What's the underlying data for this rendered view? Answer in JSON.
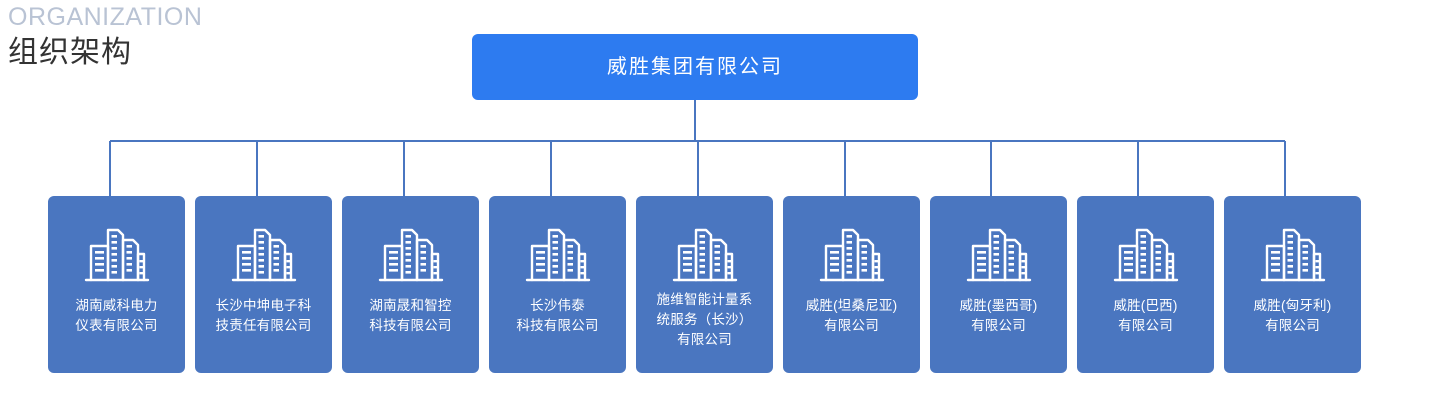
{
  "header": {
    "eyebrow": "ORGANIZATION",
    "title": "组织架构"
  },
  "colors": {
    "root_box": "#2d7bf0",
    "child_box": "#4a76c0",
    "connector_line": "#4a76c0",
    "eyebrow_text": "#b9c3d4",
    "title_text": "#333333",
    "node_text": "#ffffff",
    "background": "#ffffff"
  },
  "org_chart": {
    "type": "tree",
    "root": {
      "label": "威胜集团有限公司",
      "icon": "none"
    },
    "children": [
      {
        "label": "湖南威科电力仪表有限公司",
        "lines": [
          "湖南威科电力",
          "仪表有限公司"
        ],
        "icon": "buildings-icon"
      },
      {
        "label": "长沙中坤电子科技责任有限公司",
        "lines": [
          "长沙中坤电子科",
          "技责任有限公司"
        ],
        "icon": "buildings-icon"
      },
      {
        "label": "湖南晟和智控科技有限公司",
        "lines": [
          "湖南晟和智控",
          "科技有限公司"
        ],
        "icon": "buildings-icon"
      },
      {
        "label": "长沙伟泰科技有限公司",
        "lines": [
          "长沙伟泰",
          "科技有限公司"
        ],
        "icon": "buildings-icon"
      },
      {
        "label": "施维智能计量系统服务（长沙）有限公司",
        "lines": [
          "施维智能计量系",
          "统服务（长沙）",
          "有限公司"
        ],
        "icon": "buildings-icon"
      },
      {
        "label": "威胜(坦桑尼亚)有限公司",
        "lines": [
          "威胜(坦桑尼亚)",
          "有限公司"
        ],
        "icon": "buildings-icon"
      },
      {
        "label": "威胜(墨西哥)有限公司",
        "lines": [
          "威胜(墨西哥)",
          "有限公司"
        ],
        "icon": "buildings-icon"
      },
      {
        "label": "威胜(巴西)有限公司",
        "lines": [
          "威胜(巴西)",
          "有限公司"
        ],
        "icon": "buildings-icon"
      },
      {
        "label": "威胜(匈牙利)有限公司",
        "lines": [
          "威胜(匈牙利)",
          "有限公司"
        ],
        "icon": "buildings-icon"
      }
    ]
  }
}
